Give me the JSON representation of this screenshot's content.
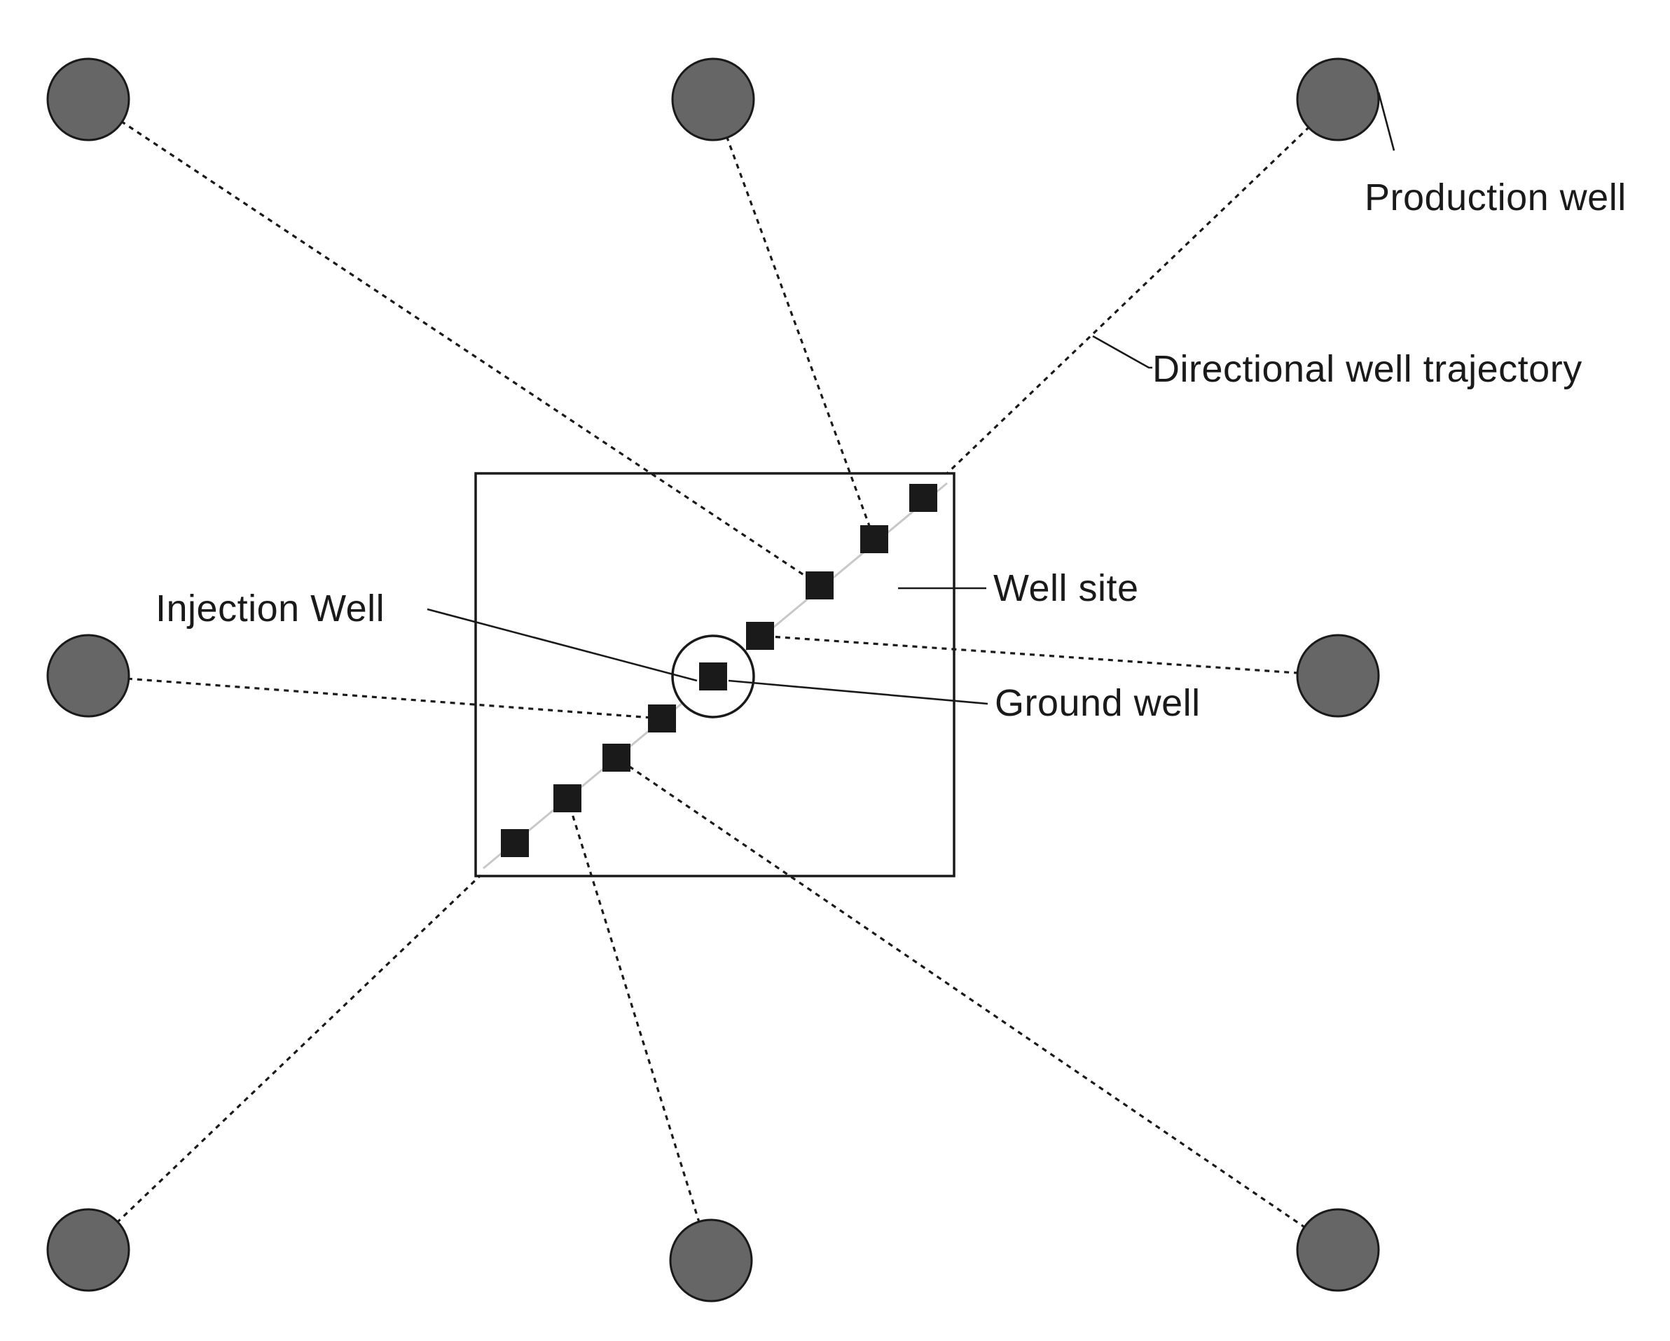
{
  "labels": {
    "production_well": "Production well",
    "directional_well_trajectory": "Directional well trajectory",
    "well_site": "Well site",
    "injection_well": "Injection Well",
    "ground_well": "Ground well"
  },
  "colors": {
    "production_well_fill": "#666666",
    "production_well_stroke": "#1a1a1a",
    "wellhead_fill": "#1a1a1a",
    "line": "#1a1a1a"
  }
}
